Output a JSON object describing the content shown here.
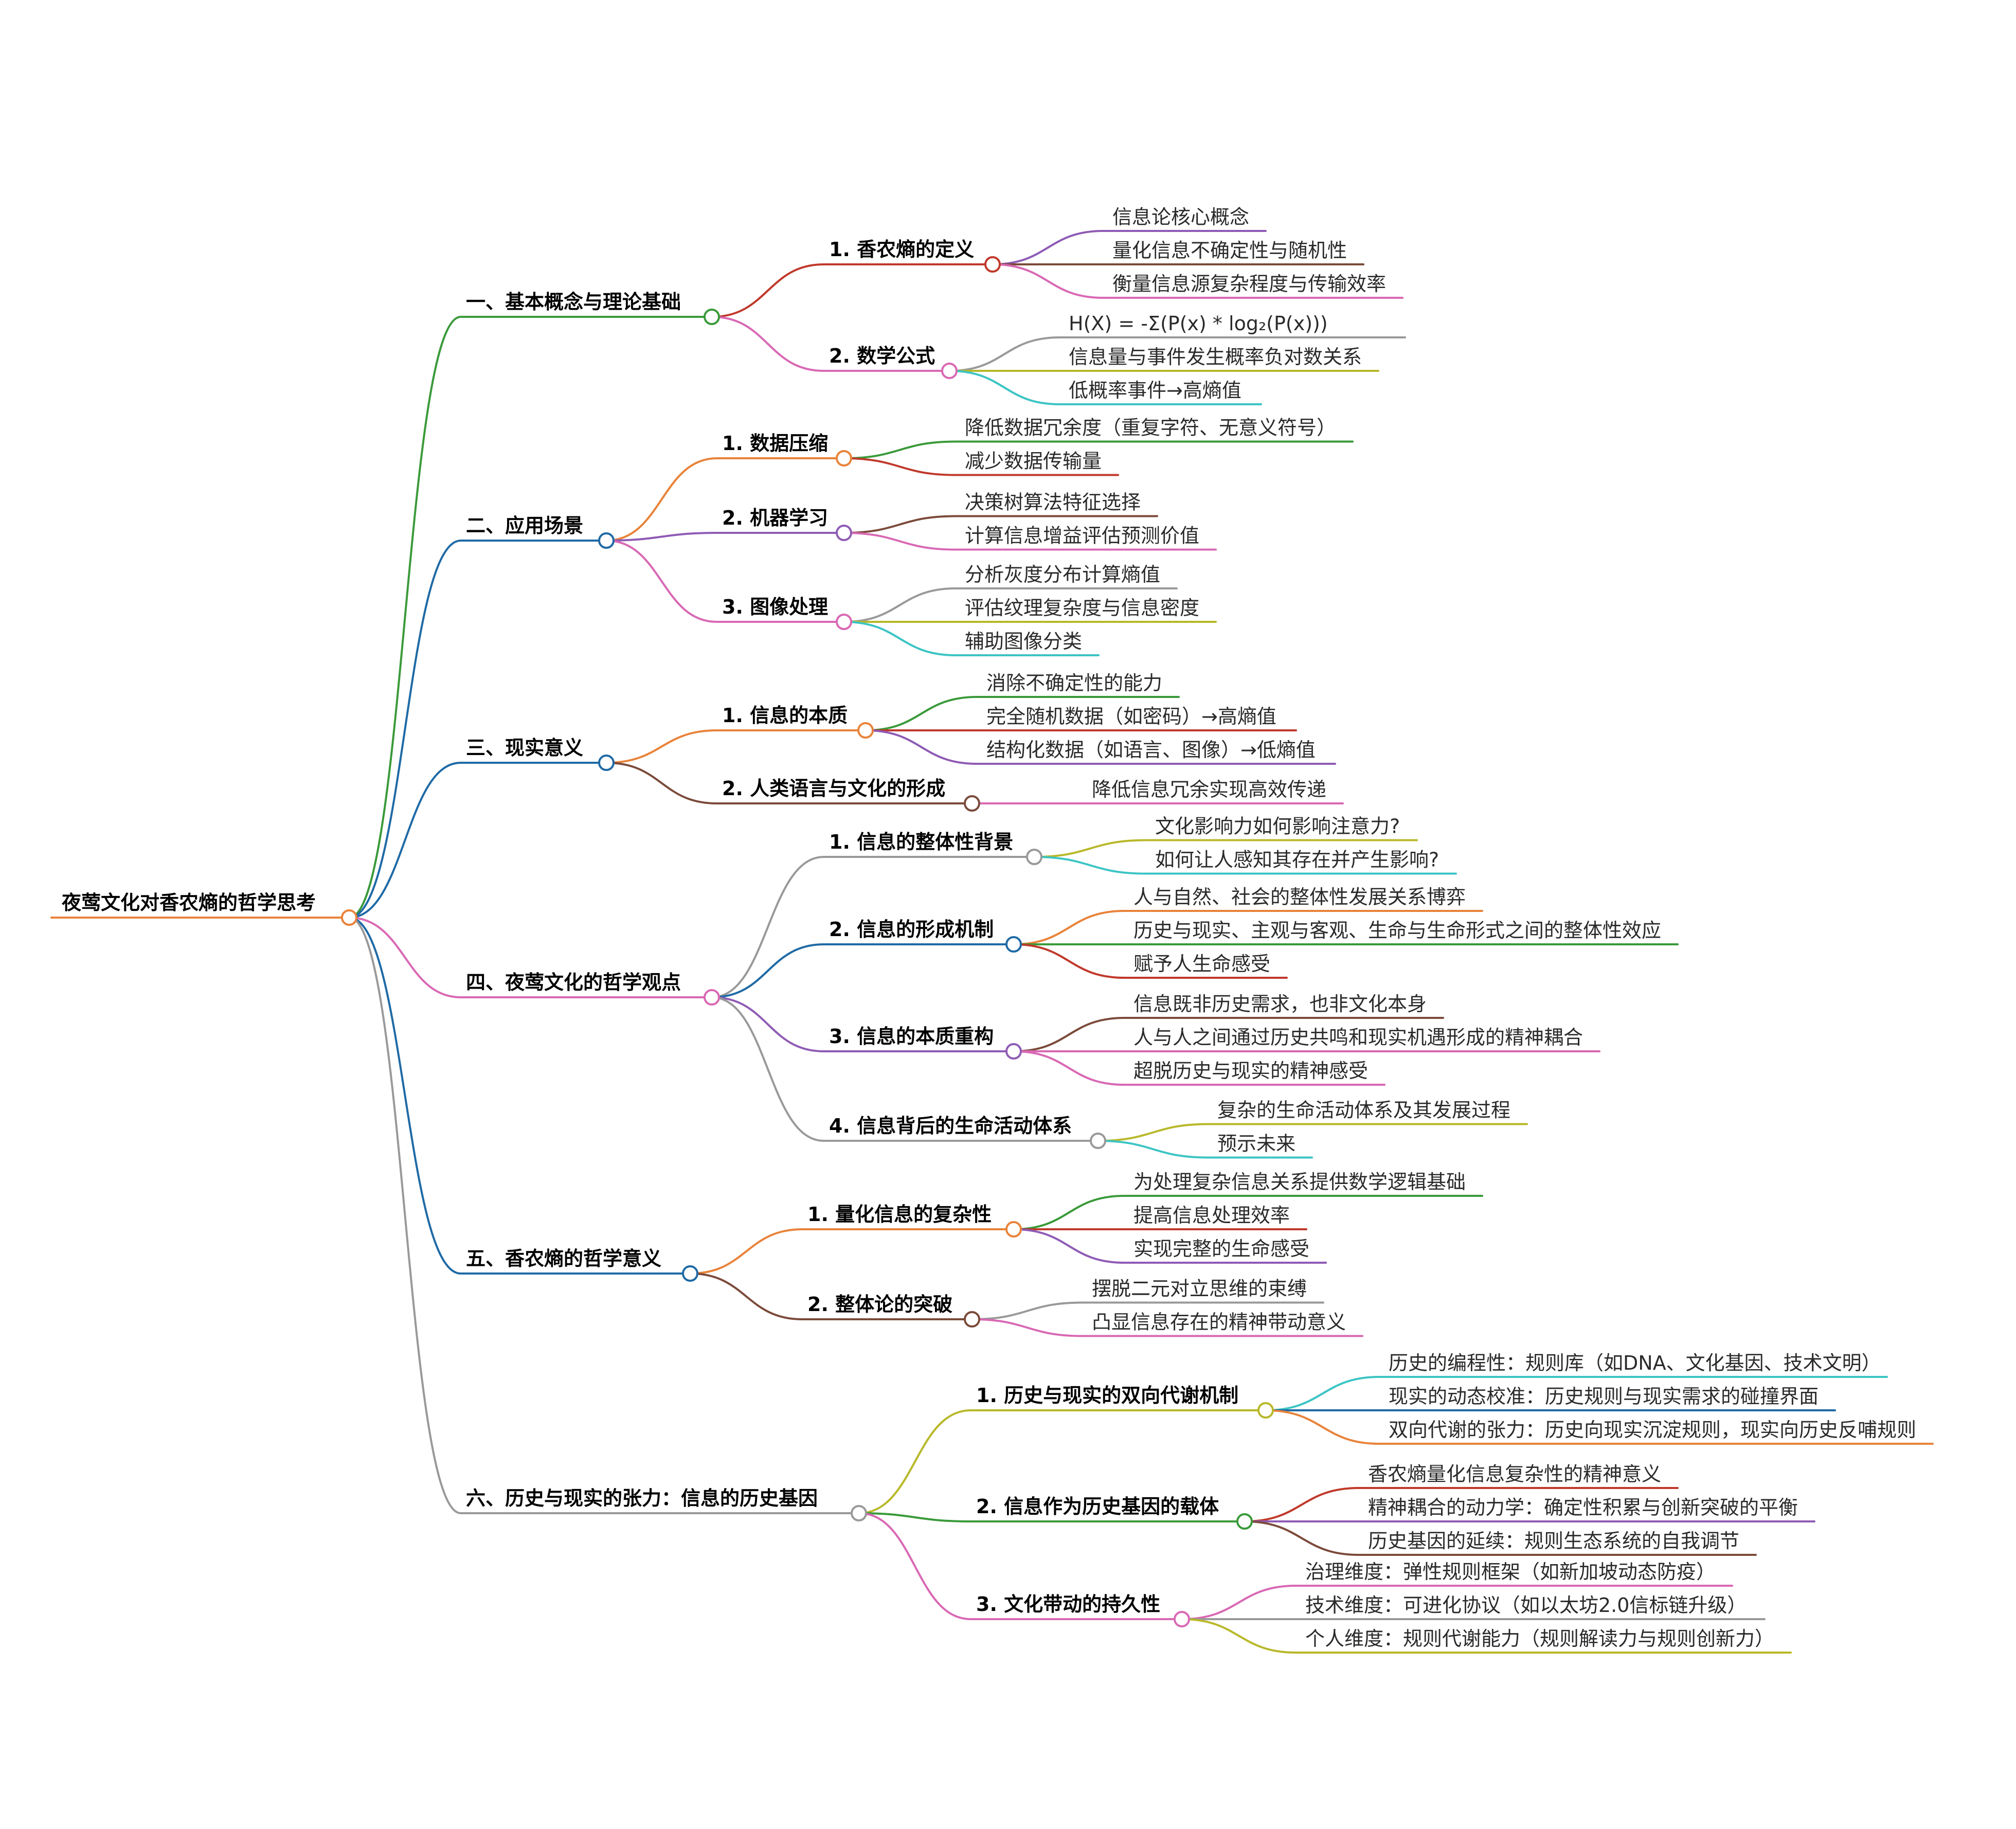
{
  "root": {
    "label": "夜莺文化对香农熵的哲学思考",
    "color": "#e8833a"
  },
  "branches": [
    {
      "label": "一、基本概念与理论基础",
      "color": "#3a9a3a",
      "children": [
        {
          "label": "1. 香农熵的定义",
          "color": "#c0392b",
          "leaves": [
            {
              "text": "信息论核心概念",
              "color": "#8e5bb5"
            },
            {
              "text": "量化信息不确定性与随机性",
              "color": "#7b4a3a"
            },
            {
              "text": "衡量信息源复杂程度与传输效率",
              "color": "#d968b4"
            }
          ]
        },
        {
          "label": "2. 数学公式",
          "color": "#d968b4",
          "leaves": [
            {
              "text": "H(X) = -Σ(P(x) * log₂(P(x)))",
              "color": "#999999"
            },
            {
              "text": "信息量与事件发生概率负对数关系",
              "color": "#b8b82a"
            },
            {
              "text": "低概率事件→高熵值",
              "color": "#3cc4c4"
            }
          ]
        }
      ]
    },
    {
      "label": "二、应用场景",
      "color": "#1f6aa5",
      "children": [
        {
          "label": "1. 数据压缩",
          "color": "#e8833a",
          "leaves": [
            {
              "text": "降低数据冗余度（重复字符、无意义符号）",
              "color": "#3a9a3a"
            },
            {
              "text": "减少数据传输量",
              "color": "#c0392b"
            }
          ]
        },
        {
          "label": "2. 机器学习",
          "color": "#8e5bb5",
          "leaves": [
            {
              "text": "决策树算法特征选择",
              "color": "#7b4a3a"
            },
            {
              "text": "计算信息增益评估预测价值",
              "color": "#d968b4"
            }
          ]
        },
        {
          "label": "3. 图像处理",
          "color": "#d968b4",
          "leaves": [
            {
              "text": "分析灰度分布计算熵值",
              "color": "#999999"
            },
            {
              "text": "评估纹理复杂度与信息密度",
              "color": "#b8b82a"
            },
            {
              "text": "辅助图像分类",
              "color": "#3cc4c4"
            }
          ]
        }
      ]
    },
    {
      "label": "三、现实意义",
      "color": "#1f6aa5",
      "children": [
        {
          "label": "1. 信息的本质",
          "color": "#e8833a",
          "leaves": [
            {
              "text": "消除不确定性的能力",
              "color": "#3a9a3a"
            },
            {
              "text": "完全随机数据（如密码）→高熵值",
              "color": "#c0392b"
            },
            {
              "text": "结构化数据（如语言、图像）→低熵值",
              "color": "#8e5bb5"
            }
          ]
        },
        {
          "label": "2. 人类语言与文化的形成",
          "color": "#7b4a3a",
          "leaves": [
            {
              "text": "降低信息冗余实现高效传递",
              "color": "#d968b4"
            }
          ]
        }
      ]
    },
    {
      "label": "四、夜莺文化的哲学观点",
      "color": "#d968b4",
      "children": [
        {
          "label": "1. 信息的整体性背景",
          "color": "#999999",
          "leaves": [
            {
              "text": "文化影响力如何影响注意力?",
              "color": "#b8b82a"
            },
            {
              "text": "如何让人感知其存在并产生影响?",
              "color": "#3cc4c4"
            }
          ]
        },
        {
          "label": "2. 信息的形成机制",
          "color": "#1f6aa5",
          "leaves": [
            {
              "text": "人与自然、社会的整体性发展关系博弈",
              "color": "#e8833a"
            },
            {
              "text": "历史与现实、主观与客观、生命与生命形式之间的整体性效应",
              "color": "#3a9a3a"
            },
            {
              "text": "赋予人生命感受",
              "color": "#c0392b"
            }
          ]
        },
        {
          "label": "3. 信息的本质重构",
          "color": "#8e5bb5",
          "leaves": [
            {
              "text": "信息既非历史需求，也非文化本身",
              "color": "#7b4a3a"
            },
            {
              "text": "人与人之间通过历史共鸣和现实机遇形成的精神耦合",
              "color": "#d968b4"
            },
            {
              "text": "超脱历史与现实的精神感受",
              "color": "#d968b4"
            }
          ]
        },
        {
          "label": "4. 信息背后的生命活动体系",
          "color": "#999999",
          "leaves": [
            {
              "text": "复杂的生命活动体系及其发展过程",
              "color": "#b8b82a"
            },
            {
              "text": "预示未来",
              "color": "#3cc4c4"
            }
          ]
        }
      ]
    },
    {
      "label": "五、香农熵的哲学意义",
      "color": "#1f6aa5",
      "children": [
        {
          "label": "1. 量化信息的复杂性",
          "color": "#e8833a",
          "leaves": [
            {
              "text": "为处理复杂信息关系提供数学逻辑基础",
              "color": "#3a9a3a"
            },
            {
              "text": "提高信息处理效率",
              "color": "#c0392b"
            },
            {
              "text": "实现完整的生命感受",
              "color": "#8e5bb5"
            }
          ]
        },
        {
          "label": "2. 整体论的突破",
          "color": "#7b4a3a",
          "leaves": [
            {
              "text": "摆脱二元对立思维的束缚",
              "color": "#999999"
            },
            {
              "text": "凸显信息存在的精神带动意义",
              "color": "#d968b4"
            }
          ]
        }
      ]
    },
    {
      "label": "六、历史与现实的张力：信息的历史基因",
      "color": "#999999",
      "children": [
        {
          "label": "1. 历史与现实的双向代谢机制",
          "color": "#b8b82a",
          "leaves": [
            {
              "text": "历史的编程性：规则库（如DNA、文化基因、技术文明）",
              "color": "#3cc4c4"
            },
            {
              "text": "现实的动态校准：历史规则与现实需求的碰撞界面",
              "color": "#1f6aa5"
            },
            {
              "text": "双向代谢的张力：历史向现实沉淀规则，现实向历史反哺规则",
              "color": "#e8833a"
            }
          ]
        },
        {
          "label": "2. 信息作为历史基因的载体",
          "color": "#3a9a3a",
          "leaves": [
            {
              "text": "香农熵量化信息复杂性的精神意义",
              "color": "#c0392b"
            },
            {
              "text": "精神耦合的动力学：确定性积累与创新突破的平衡",
              "color": "#8e5bb5"
            },
            {
              "text": "历史基因的延续：规则生态系统的自我调节",
              "color": "#7b4a3a"
            }
          ]
        },
        {
          "label": "3. 文化带动的持久性",
          "color": "#d968b4",
          "leaves": [
            {
              "text": "治理维度：弹性规则框架（如新加坡动态防疫）",
              "color": "#d968b4"
            },
            {
              "text": "技术维度：可进化协议（如以太坊2.0信标链升级）",
              "color": "#999999"
            },
            {
              "text": "个人维度：规则代谢能力（规则解读力与规则创新力）",
              "color": "#b8b82a"
            }
          ]
        }
      ]
    }
  ]
}
